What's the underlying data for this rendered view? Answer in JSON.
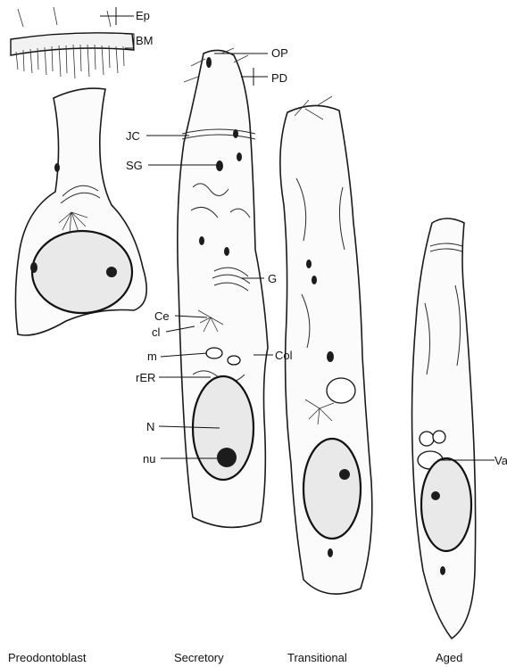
{
  "labels": {
    "ep": "Ep",
    "bm": "BM",
    "op": "OP",
    "pd": "PD",
    "jc": "JC",
    "sg": "SG",
    "g": "G",
    "ce": "Ce",
    "cl": "cl",
    "m": "m",
    "col": "Col",
    "rer": "rER",
    "n": "N",
    "nu": "nu",
    "va": "Va"
  },
  "captions": {
    "preodontoblast": "Preodontoblast",
    "secretory": "Secretory",
    "transitional": "Transitional",
    "aged": "Aged"
  }
}
